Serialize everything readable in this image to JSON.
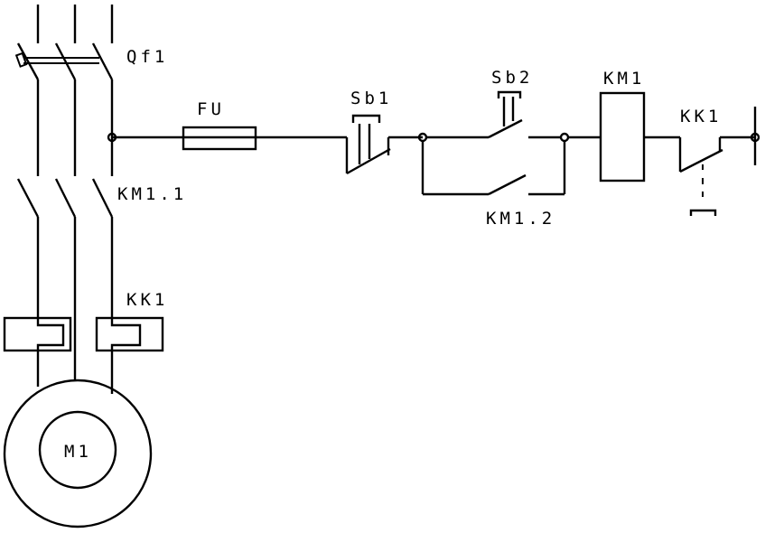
{
  "labels": {
    "qf1": "Qf1",
    "fu": "FU",
    "sb1": "Sb1",
    "sb2": "Sb2",
    "km1_coil": "KM1",
    "kk1_contact": "KK1",
    "km1_1": "KM1.1",
    "km1_2": "KM1.2",
    "kk1_relay": "KK1",
    "m1": "M1"
  },
  "colors": {
    "line": "#000000",
    "background": "#ffffff"
  }
}
